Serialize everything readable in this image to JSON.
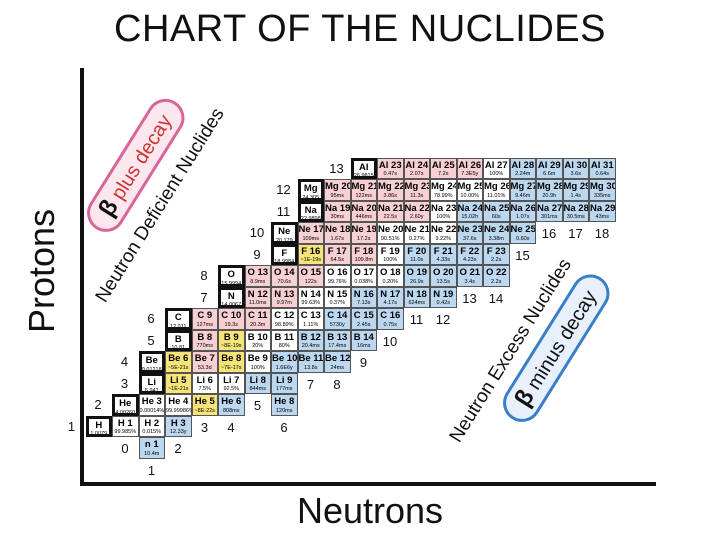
{
  "title": "CHART OF THE NUCLIDES",
  "xlabel": "Neutrons",
  "ylabel": "Protons",
  "deficient_label": "Neutron Deficient Nuclides",
  "excess_label": "Neutron Excess Nuclides",
  "plus_decay": {
    "symbol": "β",
    "text": "plus decay"
  },
  "minus_decay": {
    "symbol": "β",
    "text": "minus decay"
  },
  "colors": {
    "stable": "#ffffff",
    "beta_plus": "#f8cfd2",
    "beta_minus": "#bcd8f1",
    "alpha": "#f6e479",
    "element_box": "#ffffff",
    "axis": "#111111"
  },
  "z_labels": [
    "1",
    "2",
    "3",
    "4",
    "5",
    "6",
    "7",
    "8",
    "9",
    "10",
    "11",
    "12",
    "13"
  ],
  "n_labels": [
    "0",
    "1",
    "2",
    "3",
    "4",
    "5",
    "6",
    "7",
    "8",
    "9",
    "10",
    "11",
    "12",
    "13",
    "14",
    "15",
    "16",
    "17",
    "18"
  ],
  "chart_data": {
    "type": "table",
    "title": "CHART OF THE NUCLIDES",
    "xlabel": "Neutrons",
    "ylabel": "Protons",
    "elements": [
      {
        "z": 1,
        "symbol": "H",
        "value": "1.0079"
      },
      {
        "z": 2,
        "symbol": "He",
        "value": "4.00260"
      },
      {
        "z": 3,
        "symbol": "Li",
        "value": "6.941"
      },
      {
        "z": 4,
        "symbol": "Be",
        "value": "9.01218"
      },
      {
        "z": 5,
        "symbol": "B",
        "value": "10.81"
      },
      {
        "z": 6,
        "symbol": "C",
        "value": "12.011"
      },
      {
        "z": 7,
        "symbol": "N",
        "value": "14.0067"
      },
      {
        "z": 8,
        "symbol": "O",
        "value": "15.9994"
      },
      {
        "z": 9,
        "symbol": "F",
        "value": "18.9984"
      },
      {
        "z": 10,
        "symbol": "Ne",
        "value": "20.179"
      },
      {
        "z": 11,
        "symbol": "Na",
        "value": "22.9898"
      },
      {
        "z": 12,
        "symbol": "Mg",
        "value": "24.305"
      },
      {
        "z": 13,
        "symbol": "Al",
        "value": "26.9815"
      }
    ],
    "nuclides": [
      {
        "z": 0,
        "n": 1,
        "label": "n 1",
        "value": "10.4m",
        "decay": "beta_minus"
      },
      {
        "z": 1,
        "n": 0,
        "label": "H 1",
        "value": "99.985%",
        "decay": "stable"
      },
      {
        "z": 1,
        "n": 1,
        "label": "H 2",
        "value": "0.015%",
        "decay": "stable"
      },
      {
        "z": 1,
        "n": 2,
        "label": "H 3",
        "value": "12.33y",
        "decay": "beta_minus"
      },
      {
        "z": 2,
        "n": 1,
        "label": "He 3",
        "value": "0.00014%",
        "decay": "stable"
      },
      {
        "z": 2,
        "n": 2,
        "label": "He 4",
        "value": "99.99986%",
        "decay": "stable"
      },
      {
        "z": 2,
        "n": 3,
        "label": "He 5",
        "value": "~8E-22s",
        "decay": "alpha"
      },
      {
        "z": 2,
        "n": 4,
        "label": "He 6",
        "value": "808ms",
        "decay": "beta_minus"
      },
      {
        "z": 2,
        "n": 6,
        "label": "He 8",
        "value": "120ms",
        "decay": "beta_minus"
      },
      {
        "z": 3,
        "n": 2,
        "label": "Li 5",
        "value": "~1E-21s",
        "decay": "alpha"
      },
      {
        "z": 3,
        "n": 3,
        "label": "Li 6",
        "value": "7.5%",
        "decay": "stable"
      },
      {
        "z": 3,
        "n": 4,
        "label": "Li 7",
        "value": "92.5%",
        "decay": "stable"
      },
      {
        "z": 3,
        "n": 5,
        "label": "Li 8",
        "value": "844ms",
        "decay": "beta_minus"
      },
      {
        "z": 3,
        "n": 6,
        "label": "Li 9",
        "value": "177ms",
        "decay": "beta_minus"
      },
      {
        "z": 4,
        "n": 2,
        "label": "Be 6",
        "value": "~5E-21s",
        "decay": "alpha"
      },
      {
        "z": 4,
        "n": 3,
        "label": "Be 7",
        "value": "53.3d",
        "decay": "beta_plus"
      },
      {
        "z": 4,
        "n": 4,
        "label": "Be 8",
        "value": "~7E-17s",
        "decay": "alpha"
      },
      {
        "z": 4,
        "n": 5,
        "label": "Be 9",
        "value": "100%",
        "decay": "stable"
      },
      {
        "z": 4,
        "n": 6,
        "label": "Be 10",
        "value": "1.6E6y",
        "decay": "beta_minus"
      },
      {
        "z": 4,
        "n": 7,
        "label": "Be 11",
        "value": "13.8s",
        "decay": "beta_minus"
      },
      {
        "z": 4,
        "n": 8,
        "label": "Be 12",
        "value": "24ms",
        "decay": "beta_minus"
      },
      {
        "z": 5,
        "n": 3,
        "label": "B 8",
        "value": "770ms",
        "decay": "beta_plus"
      },
      {
        "z": 5,
        "n": 4,
        "label": "B 9",
        "value": "~8E-19s",
        "decay": "alpha"
      },
      {
        "z": 5,
        "n": 5,
        "label": "B 10",
        "value": "20%",
        "decay": "stable"
      },
      {
        "z": 5,
        "n": 6,
        "label": "B 11",
        "value": "80%",
        "decay": "stable"
      },
      {
        "z": 5,
        "n": 7,
        "label": "B 12",
        "value": "20.4ms",
        "decay": "beta_minus"
      },
      {
        "z": 5,
        "n": 8,
        "label": "B 13",
        "value": "17.4ms",
        "decay": "beta_minus"
      },
      {
        "z": 5,
        "n": 9,
        "label": "B 14",
        "value": "16ms",
        "decay": "beta_minus"
      },
      {
        "z": 6,
        "n": 3,
        "label": "C 9",
        "value": "127ms",
        "decay": "beta_plus"
      },
      {
        "z": 6,
        "n": 4,
        "label": "C 10",
        "value": "19.3s",
        "decay": "beta_plus"
      },
      {
        "z": 6,
        "n": 5,
        "label": "C 11",
        "value": "20.3m",
        "decay": "beta_plus"
      },
      {
        "z": 6,
        "n": 6,
        "label": "C 12",
        "value": "98.89%",
        "decay": "stable"
      },
      {
        "z": 6,
        "n": 7,
        "label": "C 13",
        "value": "1.11%",
        "decay": "stable"
      },
      {
        "z": 6,
        "n": 8,
        "label": "C 14",
        "value": "5730y",
        "decay": "beta_minus"
      },
      {
        "z": 6,
        "n": 9,
        "label": "C 15",
        "value": "2.45s",
        "decay": "beta_minus"
      },
      {
        "z": 6,
        "n": 10,
        "label": "C 16",
        "value": "0.75s",
        "decay": "beta_minus"
      },
      {
        "z": 7,
        "n": 5,
        "label": "N 12",
        "value": "11.0ms",
        "decay": "beta_plus"
      },
      {
        "z": 7,
        "n": 6,
        "label": "N 13",
        "value": "9.97m",
        "decay": "beta_plus"
      },
      {
        "z": 7,
        "n": 7,
        "label": "N 14",
        "value": "99.63%",
        "decay": "stable"
      },
      {
        "z": 7,
        "n": 8,
        "label": "N 15",
        "value": "0.37%",
        "decay": "stable"
      },
      {
        "z": 7,
        "n": 9,
        "label": "N 16",
        "value": "7.13s",
        "decay": "beta_minus"
      },
      {
        "z": 7,
        "n": 10,
        "label": "N 17",
        "value": "4.17s",
        "decay": "beta_minus"
      },
      {
        "z": 7,
        "n": 11,
        "label": "N 18",
        "value": "624ms",
        "decay": "beta_minus"
      },
      {
        "z": 7,
        "n": 12,
        "label": "N 19",
        "value": "0.42s",
        "decay": "beta_minus"
      },
      {
        "z": 8,
        "n": 5,
        "label": "O 13",
        "value": "8.9ms",
        "decay": "beta_plus"
      },
      {
        "z": 8,
        "n": 6,
        "label": "O 14",
        "value": "70.6s",
        "decay": "beta_plus"
      },
      {
        "z": 8,
        "n": 7,
        "label": "O 15",
        "value": "122s",
        "decay": "beta_plus"
      },
      {
        "z": 8,
        "n": 8,
        "label": "O 16",
        "value": "99.76%",
        "decay": "stable"
      },
      {
        "z": 8,
        "n": 9,
        "label": "O 17",
        "value": "0.038%",
        "decay": "stable"
      },
      {
        "z": 8,
        "n": 10,
        "label": "O 18",
        "value": "0.20%",
        "decay": "stable"
      },
      {
        "z": 8,
        "n": 11,
        "label": "O 19",
        "value": "26.9s",
        "decay": "beta_minus"
      },
      {
        "z": 8,
        "n": 12,
        "label": "O 20",
        "value": "13.5s",
        "decay": "beta_minus"
      },
      {
        "z": 8,
        "n": 13,
        "label": "O 21",
        "value": "3.4s",
        "decay": "beta_minus"
      },
      {
        "z": 8,
        "n": 14,
        "label": "O 22",
        "value": "2.2s",
        "decay": "beta_minus"
      },
      {
        "z": 9,
        "n": 7,
        "label": "F 16",
        "value": "~1E-19s",
        "decay": "alpha"
      },
      {
        "z": 9,
        "n": 8,
        "label": "F 17",
        "value": "64.5s",
        "decay": "beta_plus"
      },
      {
        "z": 9,
        "n": 9,
        "label": "F 18",
        "value": "109.8m",
        "decay": "beta_plus"
      },
      {
        "z": 9,
        "n": 10,
        "label": "F 19",
        "value": "100%",
        "decay": "stable"
      },
      {
        "z": 9,
        "n": 11,
        "label": "F 20",
        "value": "11.0s",
        "decay": "beta_minus"
      },
      {
        "z": 9,
        "n": 12,
        "label": "F 21",
        "value": "4.33s",
        "decay": "beta_minus"
      },
      {
        "z": 9,
        "n": 13,
        "label": "F 22",
        "value": "4.23s",
        "decay": "beta_minus"
      },
      {
        "z": 9,
        "n": 14,
        "label": "F 23",
        "value": "2.2s",
        "decay": "beta_minus"
      },
      {
        "z": 10,
        "n": 7,
        "label": "Ne 17",
        "value": "109ms",
        "decay": "beta_plus"
      },
      {
        "z": 10,
        "n": 8,
        "label": "Ne 18",
        "value": "1.67s",
        "decay": "beta_plus"
      },
      {
        "z": 10,
        "n": 9,
        "label": "Ne 19",
        "value": "17.2s",
        "decay": "beta_plus"
      },
      {
        "z": 10,
        "n": 10,
        "label": "Ne 20",
        "value": "90.51%",
        "decay": "stable"
      },
      {
        "z": 10,
        "n": 11,
        "label": "Ne 21",
        "value": "0.27%",
        "decay": "stable"
      },
      {
        "z": 10,
        "n": 12,
        "label": "Ne 22",
        "value": "9.22%",
        "decay": "stable"
      },
      {
        "z": 10,
        "n": 13,
        "label": "Ne 23",
        "value": "37.6s",
        "decay": "beta_minus"
      },
      {
        "z": 10,
        "n": 14,
        "label": "Ne 24",
        "value": "3.38m",
        "decay": "beta_minus"
      },
      {
        "z": 10,
        "n": 15,
        "label": "Ne 25",
        "value": "0.60s",
        "decay": "beta_minus"
      },
      {
        "z": 11,
        "n": 8,
        "label": "Na 19",
        "value": "30ms",
        "decay": "beta_plus"
      },
      {
        "z": 11,
        "n": 9,
        "label": "Na 20",
        "value": "446ms",
        "decay": "beta_plus"
      },
      {
        "z": 11,
        "n": 10,
        "label": "Na 21",
        "value": "22.5s",
        "decay": "beta_plus"
      },
      {
        "z": 11,
        "n": 11,
        "label": "Na 22",
        "value": "2.60y",
        "decay": "beta_plus"
      },
      {
        "z": 11,
        "n": 12,
        "label": "Na 23",
        "value": "100%",
        "decay": "stable"
      },
      {
        "z": 11,
        "n": 13,
        "label": "Na 24",
        "value": "15.02h",
        "decay": "beta_minus"
      },
      {
        "z": 11,
        "n": 14,
        "label": "Na 25",
        "value": "60s",
        "decay": "beta_minus"
      },
      {
        "z": 11,
        "n": 15,
        "label": "Na 26",
        "value": "1.07s",
        "decay": "beta_minus"
      },
      {
        "z": 11,
        "n": 16,
        "label": "Na 27",
        "value": "301ms",
        "decay": "beta_minus"
      },
      {
        "z": 11,
        "n": 17,
        "label": "Na 28",
        "value": "30.5ms",
        "decay": "beta_minus"
      },
      {
        "z": 11,
        "n": 18,
        "label": "Na 29",
        "value": "43ms",
        "decay": "beta_minus"
      },
      {
        "z": 12,
        "n": 8,
        "label": "Mg 20",
        "value": "95ms",
        "decay": "beta_plus"
      },
      {
        "z": 12,
        "n": 9,
        "label": "Mg 21",
        "value": "122ms",
        "decay": "beta_plus"
      },
      {
        "z": 12,
        "n": 10,
        "label": "Mg 22",
        "value": "3.86s",
        "decay": "beta_plus"
      },
      {
        "z": 12,
        "n": 11,
        "label": "Mg 23",
        "value": "11.3s",
        "decay": "beta_plus"
      },
      {
        "z": 12,
        "n": 12,
        "label": "Mg 24",
        "value": "78.99%",
        "decay": "stable"
      },
      {
        "z": 12,
        "n": 13,
        "label": "Mg 25",
        "value": "10.00%",
        "decay": "stable"
      },
      {
        "z": 12,
        "n": 14,
        "label": "Mg 26",
        "value": "11.01%",
        "decay": "stable"
      },
      {
        "z": 12,
        "n": 15,
        "label": "Mg 27",
        "value": "9.46m",
        "decay": "beta_minus"
      },
      {
        "z": 12,
        "n": 16,
        "label": "Mg 28",
        "value": "20.9h",
        "decay": "beta_minus"
      },
      {
        "z": 12,
        "n": 17,
        "label": "Mg 29",
        "value": "1.4s",
        "decay": "beta_minus"
      },
      {
        "z": 12,
        "n": 18,
        "label": "Mg 30",
        "value": "335ms",
        "decay": "beta_minus"
      },
      {
        "z": 13,
        "n": 10,
        "label": "Al 23",
        "value": "0.47s",
        "decay": "beta_plus"
      },
      {
        "z": 13,
        "n": 11,
        "label": "Al 24",
        "value": "2.07s",
        "decay": "beta_plus"
      },
      {
        "z": 13,
        "n": 12,
        "label": "Al 25",
        "value": "7.2s",
        "decay": "beta_plus"
      },
      {
        "z": 13,
        "n": 13,
        "label": "Al 26",
        "value": "7.3E5y",
        "decay": "beta_plus"
      },
      {
        "z": 13,
        "n": 14,
        "label": "Al 27",
        "value": "100%",
        "decay": "stable"
      },
      {
        "z": 13,
        "n": 15,
        "label": "Al 28",
        "value": "2.24m",
        "decay": "beta_minus"
      },
      {
        "z": 13,
        "n": 16,
        "label": "Al 29",
        "value": "6.6m",
        "decay": "beta_minus"
      },
      {
        "z": 13,
        "n": 17,
        "label": "Al 30",
        "value": "3.6s",
        "decay": "beta_minus"
      },
      {
        "z": 13,
        "n": 18,
        "label": "Al 31",
        "value": "0.64s",
        "decay": "beta_minus"
      }
    ]
  }
}
